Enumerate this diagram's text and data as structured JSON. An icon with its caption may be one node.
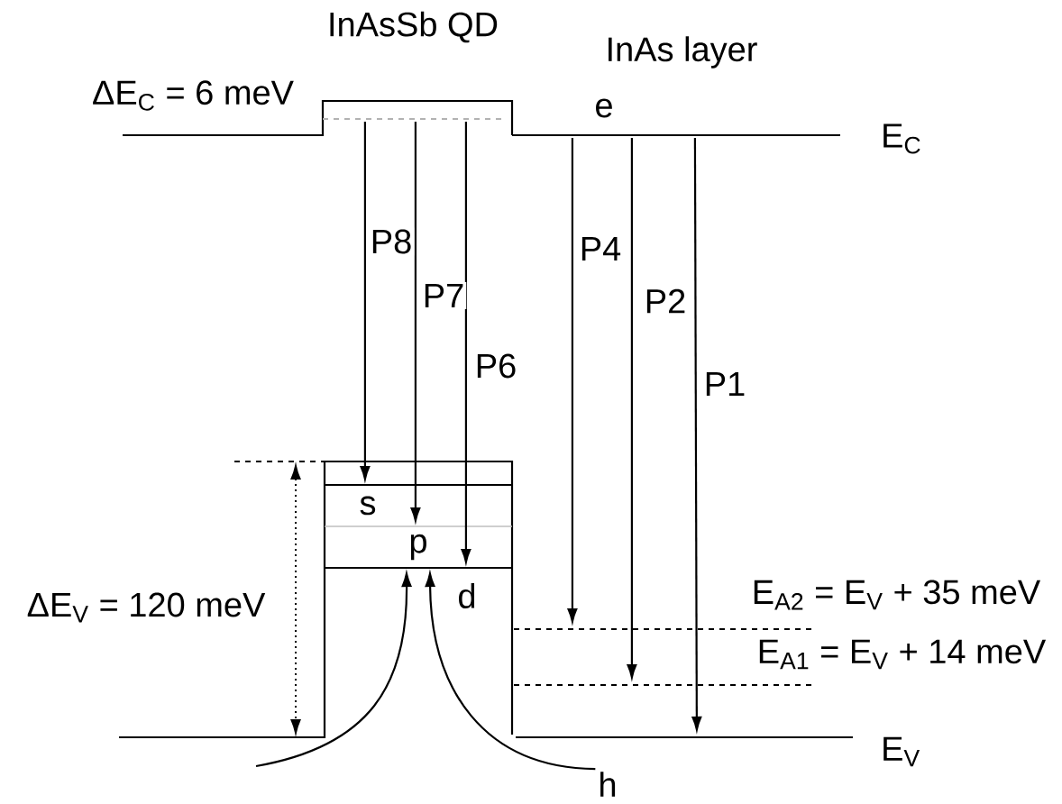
{
  "diagram": {
    "nodes": [
      {
        "text": [],
        "shape": "bar"
      },
      {
        "text": [
          "s"
        ]
      },
      {
        "text": [
          "p"
        ]
      },
      {
        "text": [
          "d"
        ]
      },
      {
        "text": [],
        "shape": "bar",
        "beside": [
          "E$_{C}$"
        ]
      },
      {
        "text": [],
        "shape": "bar",
        "beside": [
          "E$_{A2}$ = E$_{V}$ + 35 meV"
        ]
      },
      {
        "text": [],
        "shape": "bar",
        "beside": [
          "E$_{A1}$ = E$_{V}$ + 14 meV"
        ]
      },
      {
        "text": [],
        "shape": "bar",
        "beside": [
          "E$_{V}$"
        ]
      },
      {
        "text": [
          "h"
        ]
      }
    ],
    "edges": [
      {
        "from": 0,
        "to": 1,
        "arrow": "to",
        "label": "P8"
      },
      {
        "from": 0,
        "to": 2,
        "arrow": "to",
        "label": "P7"
      },
      {
        "from": 0,
        "to": 3,
        "arrow": "to",
        "label": "P6"
      },
      {
        "from": 4,
        "to": 5,
        "arrow": "to",
        "label": "P4"
      },
      {
        "from": 4,
        "to": 6,
        "arrow": "to",
        "label": "P2"
      },
      {
        "from": 4,
        "to": 7,
        "arrow": "to",
        "label": "P1"
      },
      {
        "from": null,
        "to": 2,
        "arrow": "to"
      },
      {
        "from": 8,
        "to": 2,
        "arrow": "to"
      }
    ],
    "labels": [
      "InAsSb QD",
      "InAs layer",
      "ΔE$_{C}$ = 6 meV",
      "e",
      "ΔE$_{V}$ = 120 meV"
    ]
  }
}
